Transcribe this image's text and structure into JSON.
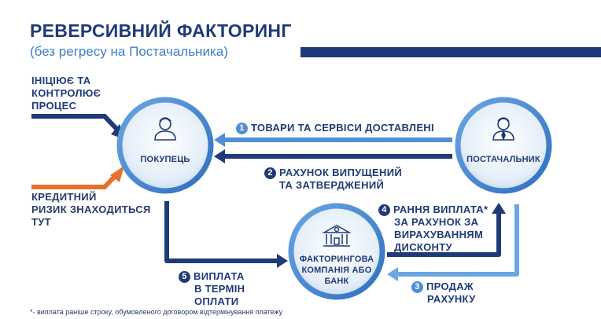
{
  "header": {
    "title": "РЕВЕРСИВНИЙ ФАКТОРИНГ",
    "subtitle": "(без регресу на Постачальника)"
  },
  "left_notes": {
    "initiates": [
      "ІНІЦІЮЄ ТА",
      "КОНТРОЛЮЄ",
      "ПРОЦЕС"
    ],
    "credit_risk": [
      "КРЕДИТНИЙ",
      "РИЗИК ЗНАХОДИТЬСЯ",
      "ТУТ"
    ]
  },
  "nodes": {
    "buyer": "ПОКУПЕЦЬ",
    "supplier": "ПОСТАЧАЛЬНИК",
    "factor": [
      "ФАКТОРИНГОВА",
      "КОМПАНІЯ АБО",
      "БАНК"
    ]
  },
  "flows": [
    {
      "num": "1",
      "lines": [
        "ТОВАРИ ТА СЕРВІСИ ДОСТАВЛЕНІ"
      ]
    },
    {
      "num": "2",
      "lines": [
        "РАХУНОК ВИПУЩЕНИЙ",
        "ТА ЗАТВЕРДЖЕНИЙ"
      ]
    },
    {
      "num": "3",
      "lines": [
        "ПРОДАЖ",
        "РАХУНКУ"
      ]
    },
    {
      "num": "4",
      "lines": [
        "РАННЯ ВИПЛАТА*",
        "ЗА РАХУНОК ЗА",
        "ВИРАХУВАННЯМ",
        "ДИСКОНТУ"
      ]
    },
    {
      "num": "5",
      "lines": [
        "ВИПЛАТА",
        "В ТЕРМІН",
        "ОПЛАТИ"
      ]
    }
  ],
  "footnote": "*- виплата раніше строку, обумовленого договором відтермінування платежу",
  "colors": {
    "navy": "#1f3a78",
    "light_blue": "#4f8fd6",
    "orange": "#e8702a",
    "circle_fill": "#eef4fb"
  },
  "icons": {
    "buyer": "person-icon",
    "supplier": "person-with-tie-icon",
    "factor": "bank-building-icon"
  }
}
